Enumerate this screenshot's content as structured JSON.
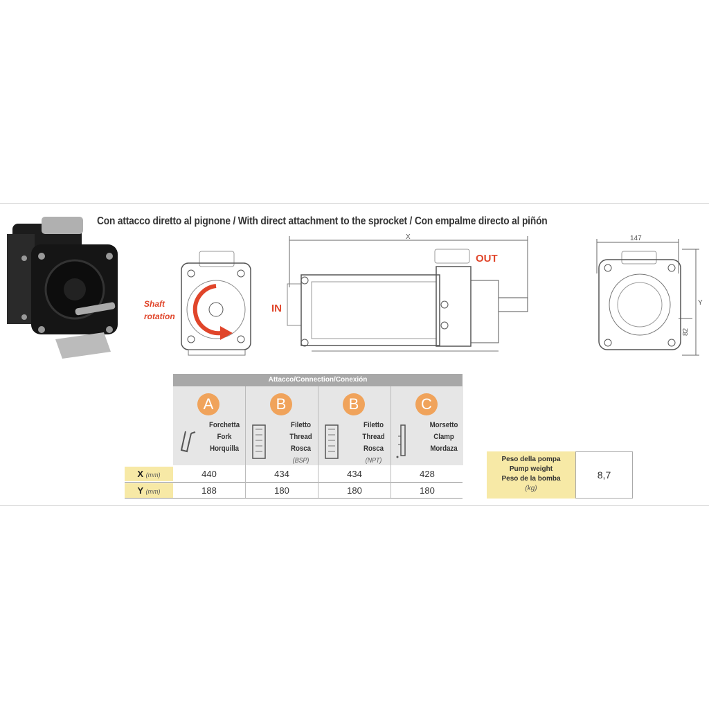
{
  "title": "Con attacco diretto al pignone / With direct attachment to the sprocket / Con empalme directo al piñón",
  "drawing": {
    "shaft_rotation_line1": "Shaft",
    "shaft_rotation_line2": "rotation",
    "in_label": "IN",
    "out_label": "OUT",
    "dim_x": "X",
    "dim_147": "147",
    "dim_y": "Y",
    "dim_82": "82"
  },
  "table": {
    "header": "Attacco/Connection/Conexión",
    "columns": [
      {
        "letter": "A",
        "line1": "Forchetta",
        "line2": "Fork",
        "line3": "Horquilla",
        "sub": "",
        "icon": "fork-connector-icon"
      },
      {
        "letter": "B",
        "line1": "Filetto",
        "line2": "Thread",
        "line3": "Rosca",
        "sub": "(BSP)",
        "icon": "thread-connector-icon"
      },
      {
        "letter": "B",
        "line1": "Filetto",
        "line2": "Thread",
        "line3": "Rosca",
        "sub": "(NPT)",
        "icon": "thread-connector-icon"
      },
      {
        "letter": "C",
        "line1": "Morsetto",
        "line2": "Clamp",
        "line3": "Mordaza",
        "sub": "",
        "icon": "clamp-connector-icon"
      }
    ],
    "rows": [
      {
        "label": "X",
        "unit": "(mm)",
        "values": [
          "440",
          "434",
          "434",
          "428"
        ]
      },
      {
        "label": "Y",
        "unit": "(mm)",
        "values": [
          "188",
          "180",
          "180",
          "180"
        ]
      }
    ]
  },
  "weight": {
    "line1": "Peso della pompa",
    "line2": "Pump weight",
    "line3": "Peso de la bomba",
    "unit": "(kg)",
    "value": "8,7"
  },
  "colors": {
    "accent_red": "#e0452a",
    "letter_orange": "#f0a35b",
    "label_yellow": "#f7e9a6"
  }
}
